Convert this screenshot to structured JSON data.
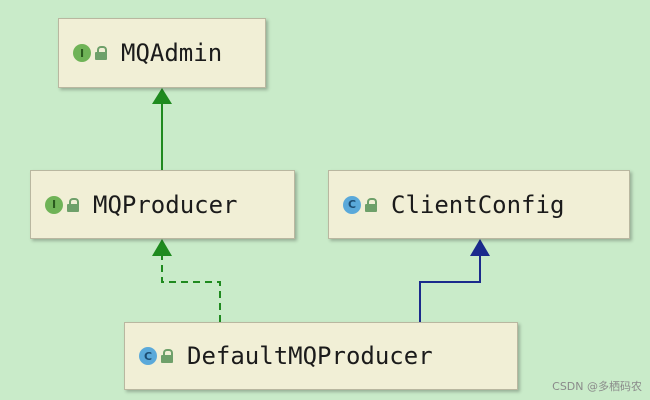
{
  "nodes": {
    "mqadmin": {
      "name": "MQAdmin",
      "kind": "I"
    },
    "mqproducer": {
      "name": "MQProducer",
      "kind": "I"
    },
    "clientconfig": {
      "name": "ClientConfig",
      "kind": "C"
    },
    "defaultmqproducer": {
      "name": "DefaultMQProducer",
      "kind": "C"
    }
  },
  "relations": [
    {
      "from": "MQProducer",
      "to": "MQAdmin",
      "type": "extends",
      "color": "#1f8a1f"
    },
    {
      "from": "DefaultMQProducer",
      "to": "MQProducer",
      "type": "implements",
      "color": "#1f8a1f"
    },
    {
      "from": "DefaultMQProducer",
      "to": "ClientConfig",
      "type": "extends",
      "color": "#1a2a8c"
    }
  ],
  "colors": {
    "background": "#c9ebc9",
    "node_fill": "#f1efd6"
  },
  "watermark": "CSDN @多栖码农"
}
